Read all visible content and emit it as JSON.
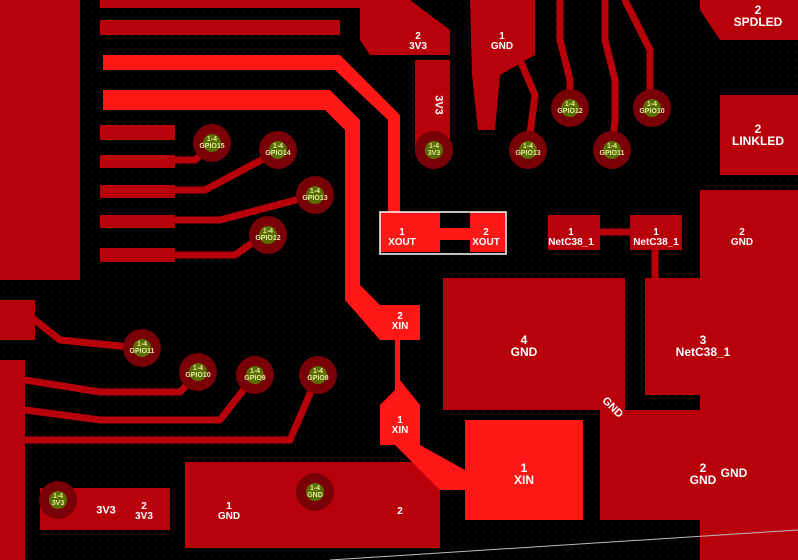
{
  "colors": {
    "background": "#000000",
    "copper": "#b8000a",
    "copper_highlight": "#ff1616",
    "via_outer": "#7a0008",
    "via_core": "#5c6e00"
  },
  "pads": {
    "top_3v3": {
      "num": "2",
      "net": "3V3"
    },
    "top_gnd": {
      "num": "1",
      "net": "GND"
    },
    "spdled": {
      "num": "2",
      "net": "SPDLED"
    },
    "linkled": {
      "num": "2",
      "net": "LINKLED"
    },
    "xout_1": {
      "num": "1",
      "net": "XOUT"
    },
    "xout_2": {
      "num": "2",
      "net": "XOUT"
    },
    "netc38_a": {
      "num": "1",
      "net": "NetC38_1"
    },
    "netc38_b": {
      "num": "1",
      "net": "NetC38_1"
    },
    "right_gnd": {
      "num": "2",
      "net": "GND"
    },
    "xin_2": {
      "num": "2",
      "net": "XIN"
    },
    "xin_1": {
      "num": "1",
      "net": "XIN"
    },
    "crystal_gnd": {
      "num": "4",
      "net": "GND"
    },
    "crystal_netc38": {
      "num": "3",
      "net": "NetC38_1"
    },
    "crystal_xin": {
      "num": "1",
      "net": "XIN"
    },
    "crystal_gnd2": {
      "num": "2",
      "net": "GND"
    },
    "bottom_3v3": {
      "num": "2",
      "net": "3V3"
    },
    "bottom_gnd": {
      "num": "1",
      "net": "GND"
    },
    "bottom_pad2": {
      "num": "2",
      "net": ""
    }
  },
  "net_labels": {
    "vertical_3v3": "3V3",
    "gnd_diag": "GND",
    "gnd_right": "GND",
    "bottom_3v3": "3V3"
  },
  "vias": [
    {
      "layer": "1-4",
      "net": "GPIO15"
    },
    {
      "layer": "1-4",
      "net": "GPIO14"
    },
    {
      "layer": "1-4",
      "net": "GPIO13"
    },
    {
      "layer": "1-4",
      "net": "GPIO12"
    },
    {
      "layer": "1-4",
      "net": "3V3"
    },
    {
      "layer": "1-4",
      "net": "GPIO13"
    },
    {
      "layer": "1-4",
      "net": "GPIO12"
    },
    {
      "layer": "1-4",
      "net": "GPIO11"
    },
    {
      "layer": "1-4",
      "net": "GPIO10"
    },
    {
      "layer": "1-4",
      "net": "GPIO11"
    },
    {
      "layer": "1-4",
      "net": "GPIO10"
    },
    {
      "layer": "1-4",
      "net": "GPIO9"
    },
    {
      "layer": "1-4",
      "net": "GPIO8"
    },
    {
      "layer": "1-4",
      "net": "GND"
    },
    {
      "layer": "1-4",
      "net": "3V3"
    }
  ]
}
